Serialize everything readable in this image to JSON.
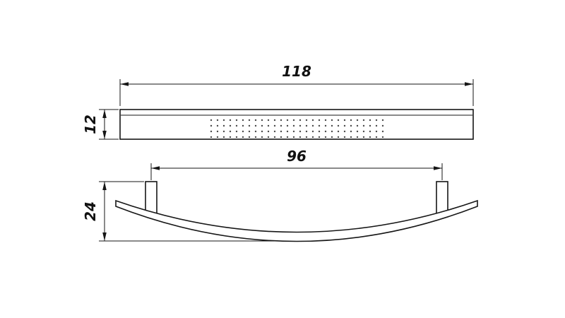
{
  "drawing": {
    "title": "furniture handle technical drawing",
    "line_color": "#161616",
    "background_color": "#ffffff",
    "views": {
      "top_view": "handle bar profile with knurled dot pattern",
      "front_view": "bowed handle with two mounting posts"
    },
    "dimensions": {
      "overall_length": "118",
      "profile_height": "12",
      "mounting_distance": "96",
      "handle_depth": "24"
    }
  }
}
